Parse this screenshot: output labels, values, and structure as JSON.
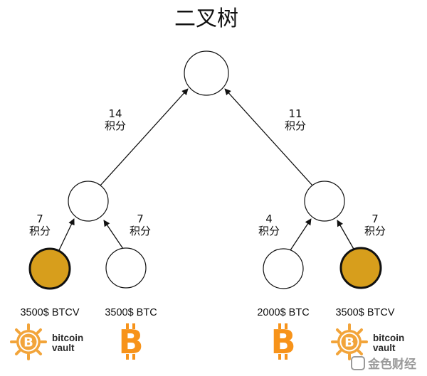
{
  "title": "二叉树",
  "edges": [
    {
      "value": "14",
      "unit": "积分"
    },
    {
      "value": "11",
      "unit": "积分"
    },
    {
      "value": "7",
      "unit": "积分"
    },
    {
      "value": "7",
      "unit": "积分"
    },
    {
      "value": "4",
      "unit": "积分"
    },
    {
      "value": "7",
      "unit": "积分"
    }
  ],
  "leaves": [
    {
      "price": "3500$ BTCV",
      "filled": true,
      "logo": "bitcoin-vault-logo",
      "brand_line1": "bitcoin",
      "brand_line2": "vault"
    },
    {
      "price": "3500$ BTC",
      "filled": false,
      "logo": "bitcoin-logo"
    },
    {
      "price": "2000$ BTC",
      "filled": false,
      "logo": "bitcoin-logo"
    },
    {
      "price": "3500$ BTCV",
      "filled": true,
      "logo": "bitcoin-vault-logo",
      "brand_line1": "bitcoin",
      "brand_line2": "vault"
    }
  ],
  "logo_symbol": "B",
  "watermark": "金色财经",
  "colors": {
    "filled_node": "#D79E1C",
    "bitcoin_orange": "#F7931A",
    "vault_gold": "#F2A43A",
    "line": "#111111"
  }
}
